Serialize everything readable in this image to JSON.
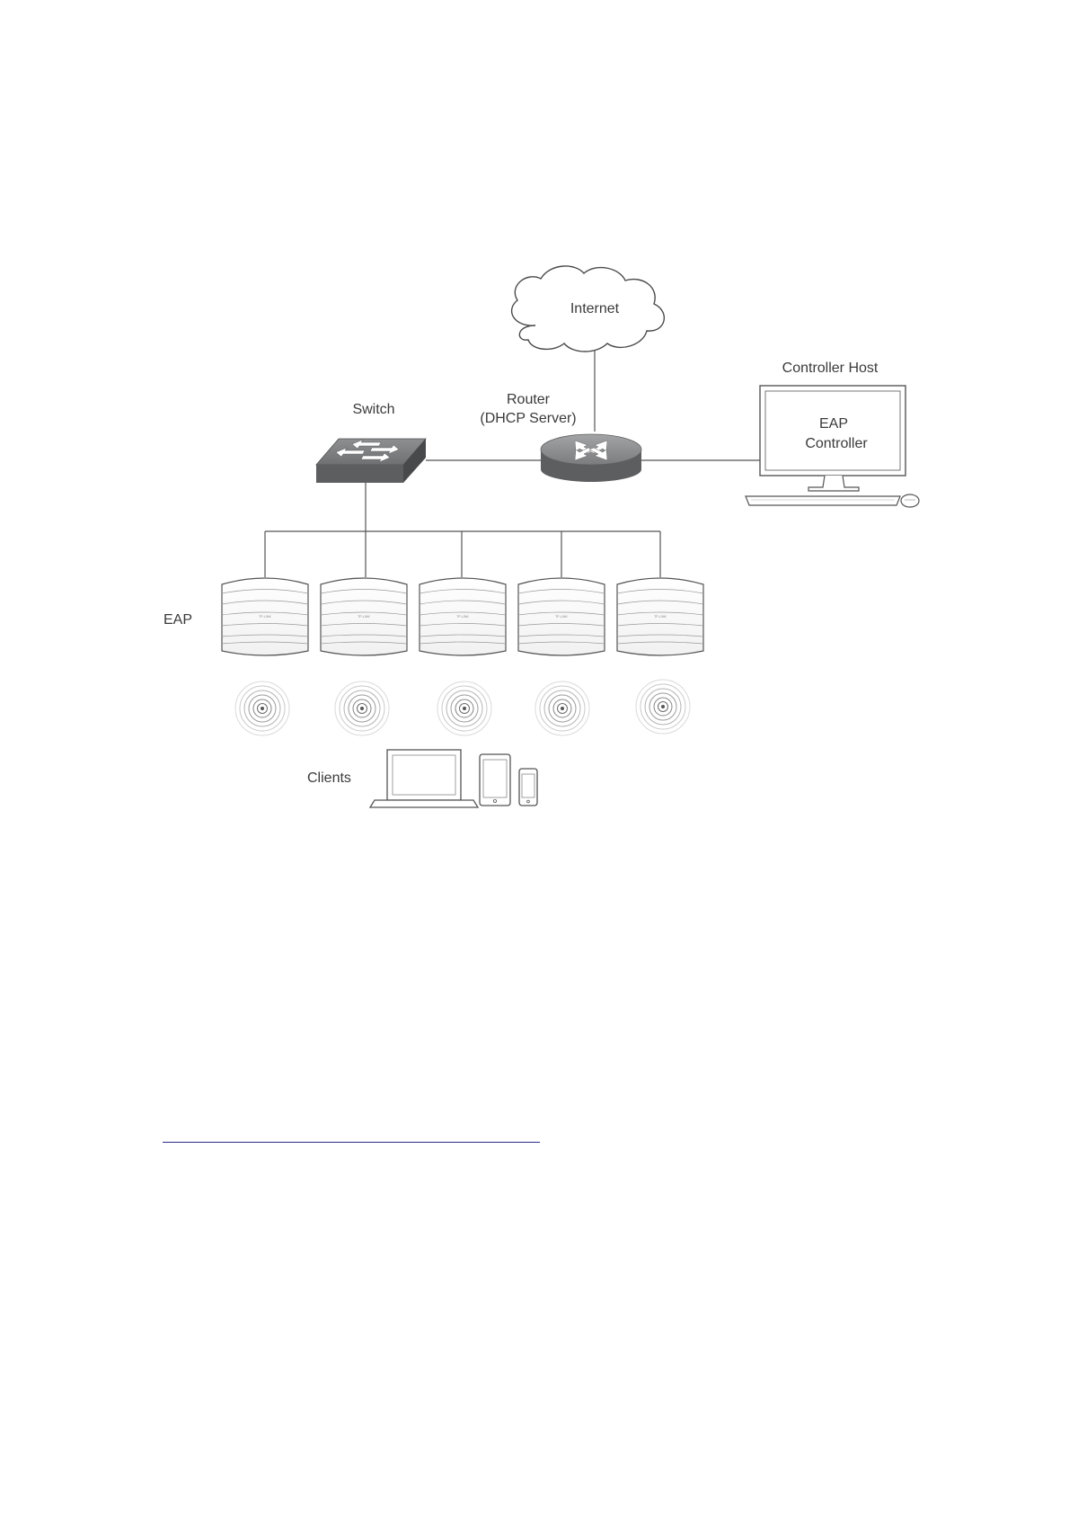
{
  "diagram": {
    "labels": {
      "internet": "Internet",
      "switch": "Switch",
      "router_line1": "Router",
      "router_line2": "(DHCP Server)",
      "controller_host": "Controller Host",
      "controller_line1": "EAP",
      "controller_line2": "Controller",
      "eap": "EAP",
      "clients": "Clients",
      "eap_brand": "TP-LINK"
    },
    "nodes": [
      {
        "id": "internet",
        "kind": "cloud",
        "icon": "cloud-icon"
      },
      {
        "id": "router",
        "kind": "router",
        "icon": "router-icon"
      },
      {
        "id": "switch",
        "kind": "switch",
        "icon": "switch-icon"
      },
      {
        "id": "controller-host",
        "kind": "desktop-computer",
        "icon": "monitor-icon"
      },
      {
        "id": "eap-1",
        "kind": "access-point",
        "icon": "access-point-icon"
      },
      {
        "id": "eap-2",
        "kind": "access-point",
        "icon": "access-point-icon"
      },
      {
        "id": "eap-3",
        "kind": "access-point",
        "icon": "access-point-icon"
      },
      {
        "id": "eap-4",
        "kind": "access-point",
        "icon": "access-point-icon"
      },
      {
        "id": "eap-5",
        "kind": "access-point",
        "icon": "access-point-icon"
      },
      {
        "id": "laptop",
        "kind": "client",
        "icon": "laptop-icon"
      },
      {
        "id": "tablet",
        "kind": "client",
        "icon": "tablet-icon"
      },
      {
        "id": "phone",
        "kind": "client",
        "icon": "phone-icon"
      }
    ],
    "edges": [
      {
        "from": "internet",
        "to": "router"
      },
      {
        "from": "router",
        "to": "switch"
      },
      {
        "from": "router",
        "to": "controller-host"
      },
      {
        "from": "switch",
        "to": "eap-1"
      },
      {
        "from": "switch",
        "to": "eap-2"
      },
      {
        "from": "switch",
        "to": "eap-3"
      },
      {
        "from": "switch",
        "to": "eap-4"
      },
      {
        "from": "switch",
        "to": "eap-5"
      }
    ]
  },
  "colors": {
    "device_dark": "#58595b",
    "device_top": "#8c8d8f",
    "wire": "#555555",
    "text": "#3a3a3a",
    "footnote_rule": "#2b2b8a"
  }
}
